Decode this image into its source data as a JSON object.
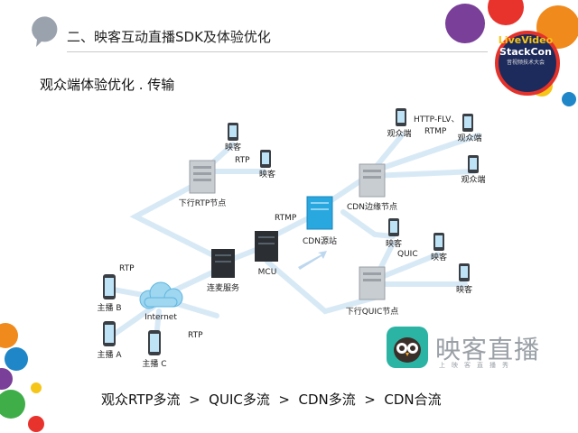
{
  "header": {
    "title": "二、映客互动直播SDK及体验优化"
  },
  "section": {
    "subtitle": "观众端体验优化 . 传输"
  },
  "conference": {
    "line1": "LiveVideo",
    "line2": "StackCon",
    "line3": "音视频技术大会"
  },
  "diagram": {
    "nodes": {
      "rtp_edge": "下行RTP节点",
      "link_service": "连麦服务",
      "mcu": "MCU",
      "cdn_origin": "CDN源站",
      "cdn_edge": "CDN边缘节点",
      "quic_edge": "下行QUIC节点",
      "internet": "Internet"
    },
    "phones": {
      "rtp_viewer_1": "映客",
      "rtp_viewer_2": "映客",
      "cdn_viewer_1": "观众端",
      "cdn_viewer_2": "观众端",
      "cdn_viewer_3": "观众端",
      "quic_viewer_1": "映客",
      "quic_viewer_2": "映客",
      "quic_viewer_3": "映客",
      "host_a": "主播 A",
      "host_b": "主播 B",
      "host_c": "主播 C"
    },
    "protocols": {
      "rtp_top": "RTP",
      "rtmp_mid": "RTMP",
      "http_flv": "HTTP-FLV、",
      "rtmp_right": "RTMP",
      "quic": "QUIC",
      "rtp_host_b": "RTP",
      "rtp_host_c": "RTP"
    }
  },
  "brand": {
    "name": "映客直播",
    "tagline": "上映客直播秀"
  },
  "footer": {
    "text": "观众RTP多流  >  QUIC多流  >  CDN多流  >  CDN合流"
  },
  "colors": {
    "accent_blue": "#1a9ad6",
    "link_line": "#d8e9f6",
    "server_dark": "#2b2f33",
    "cdn_blue": "#29a8e0",
    "server_gray": "#c8cdd2",
    "brand_teal": "#2bb3a3"
  }
}
